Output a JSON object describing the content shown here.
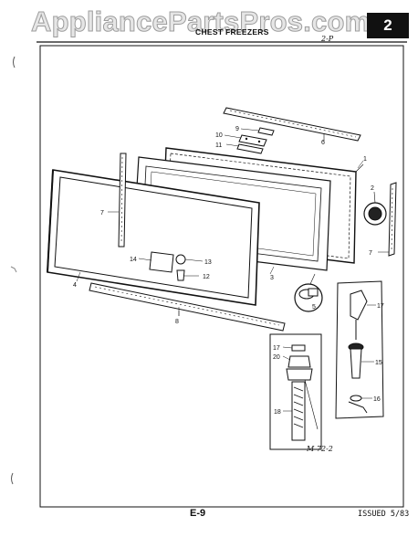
{
  "watermark": "AppliancePartsPros.com",
  "header": {
    "section_number": "2",
    "title": "CHEST FREEZERS",
    "handwritten_note": "2-P"
  },
  "diagram": {
    "callouts": [
      "1",
      "2",
      "3",
      "4",
      "5",
      "6",
      "7",
      "7",
      "8",
      "9",
      "10",
      "11",
      "12",
      "13",
      "14",
      "15",
      "16",
      "17",
      "17",
      "18",
      "20"
    ],
    "model_code": "M-72-2"
  },
  "footer": {
    "page_number": "E-9",
    "issued": "ISSUED 5/83"
  },
  "colors": {
    "ink": "#111111",
    "watermark_fill": "#e6e6e6",
    "watermark_outline": "#9c9c9c",
    "section_box": "#111111"
  }
}
